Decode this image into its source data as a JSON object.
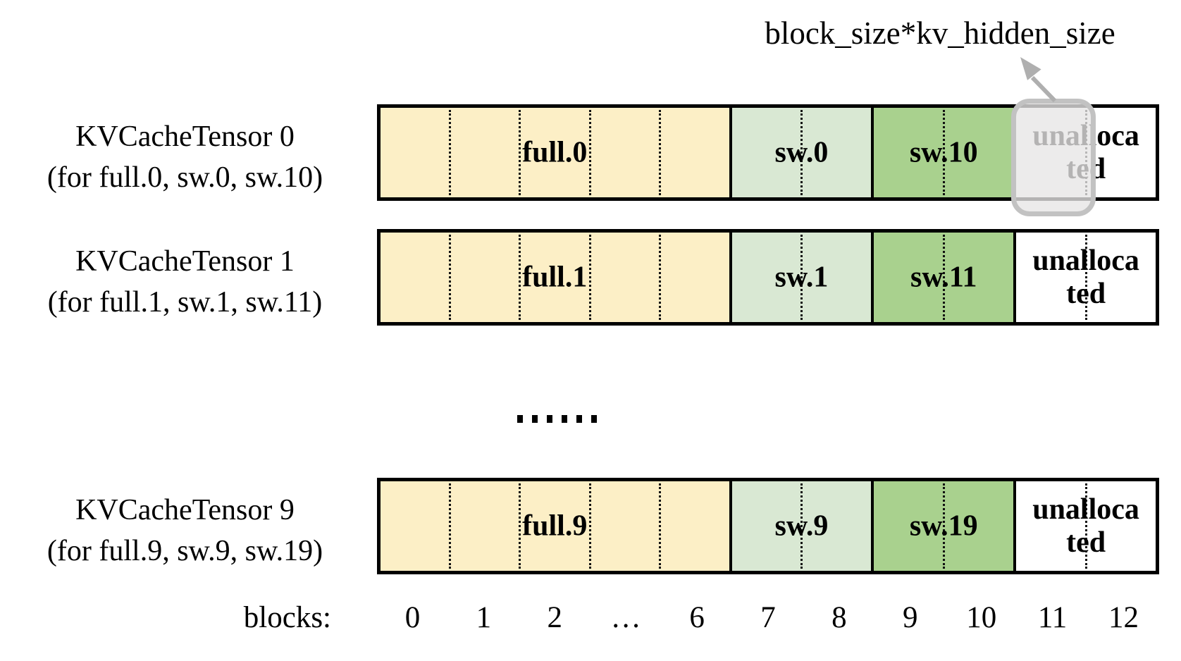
{
  "annotation": {
    "label": "block_size*kv_hidden_size"
  },
  "rows": [
    {
      "title": "KVCacheTensor 0",
      "subtitle": "(for full.0, sw.0, sw.10)",
      "segments": [
        {
          "label": "full.0"
        },
        {
          "label": "sw.0"
        },
        {
          "label": "sw.10"
        },
        {
          "label": "unallocated"
        }
      ]
    },
    {
      "title": "KVCacheTensor 1",
      "subtitle": "(for full.1, sw.1, sw.11)",
      "segments": [
        {
          "label": "full.1"
        },
        {
          "label": "sw.1"
        },
        {
          "label": "sw.11"
        },
        {
          "label": "unallocated"
        }
      ]
    },
    {
      "title": "KVCacheTensor 9",
      "subtitle": "(for full.9, sw.9, sw.19)",
      "segments": [
        {
          "label": "full.9"
        },
        {
          "label": "sw.9"
        },
        {
          "label": "sw.19"
        },
        {
          "label": "unallocated"
        }
      ]
    }
  ],
  "ellipsis": "……",
  "blocks_axis": {
    "label": "blocks:",
    "ticks": [
      "0",
      "1",
      "2",
      "…",
      "6",
      "7",
      "8",
      "9",
      "10",
      "11",
      "12"
    ]
  },
  "colors": {
    "full_block": "#FCEFC6",
    "sw_light_block": "#D9E8D3",
    "sw_dark_block": "#A9D18E",
    "unallocated_block": "#FFFFFF",
    "highlight_fill": "#E7E6E6",
    "highlight_border": "#C2C2C2",
    "arrow": "#AFAFAF",
    "outline": "#000000"
  }
}
